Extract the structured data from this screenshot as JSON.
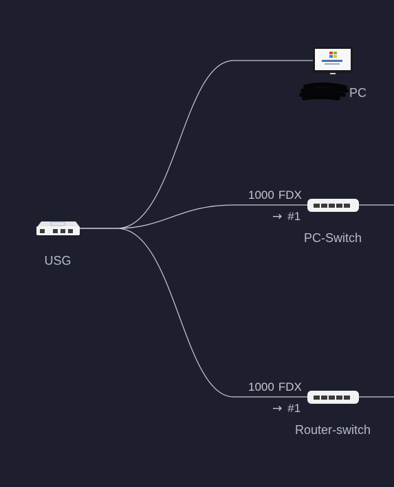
{
  "nodes": {
    "usg": {
      "label": "USG",
      "icon": "gateway-icon"
    },
    "pc": {
      "label": "PC",
      "label_redacted": true,
      "icon": "windows-xp-monitor-icon"
    },
    "pc_switch": {
      "label": "PC-Switch",
      "icon": "switch-icon"
    },
    "router_switch": {
      "label": "Router-switch",
      "icon": "switch-icon"
    }
  },
  "links": {
    "pc_switch": {
      "speed": "1000",
      "duplex": "FDX",
      "port": "#1",
      "arrow": "→"
    },
    "router_switch": {
      "speed": "1000",
      "duplex": "FDX",
      "port": "#1",
      "arrow": "→"
    }
  },
  "colors": {
    "background": "#1e1f2e",
    "link": "#c8cad4",
    "text": "#b6b9c6",
    "device_body": "#f2f2f2",
    "device_port": "#3a3a3a"
  }
}
